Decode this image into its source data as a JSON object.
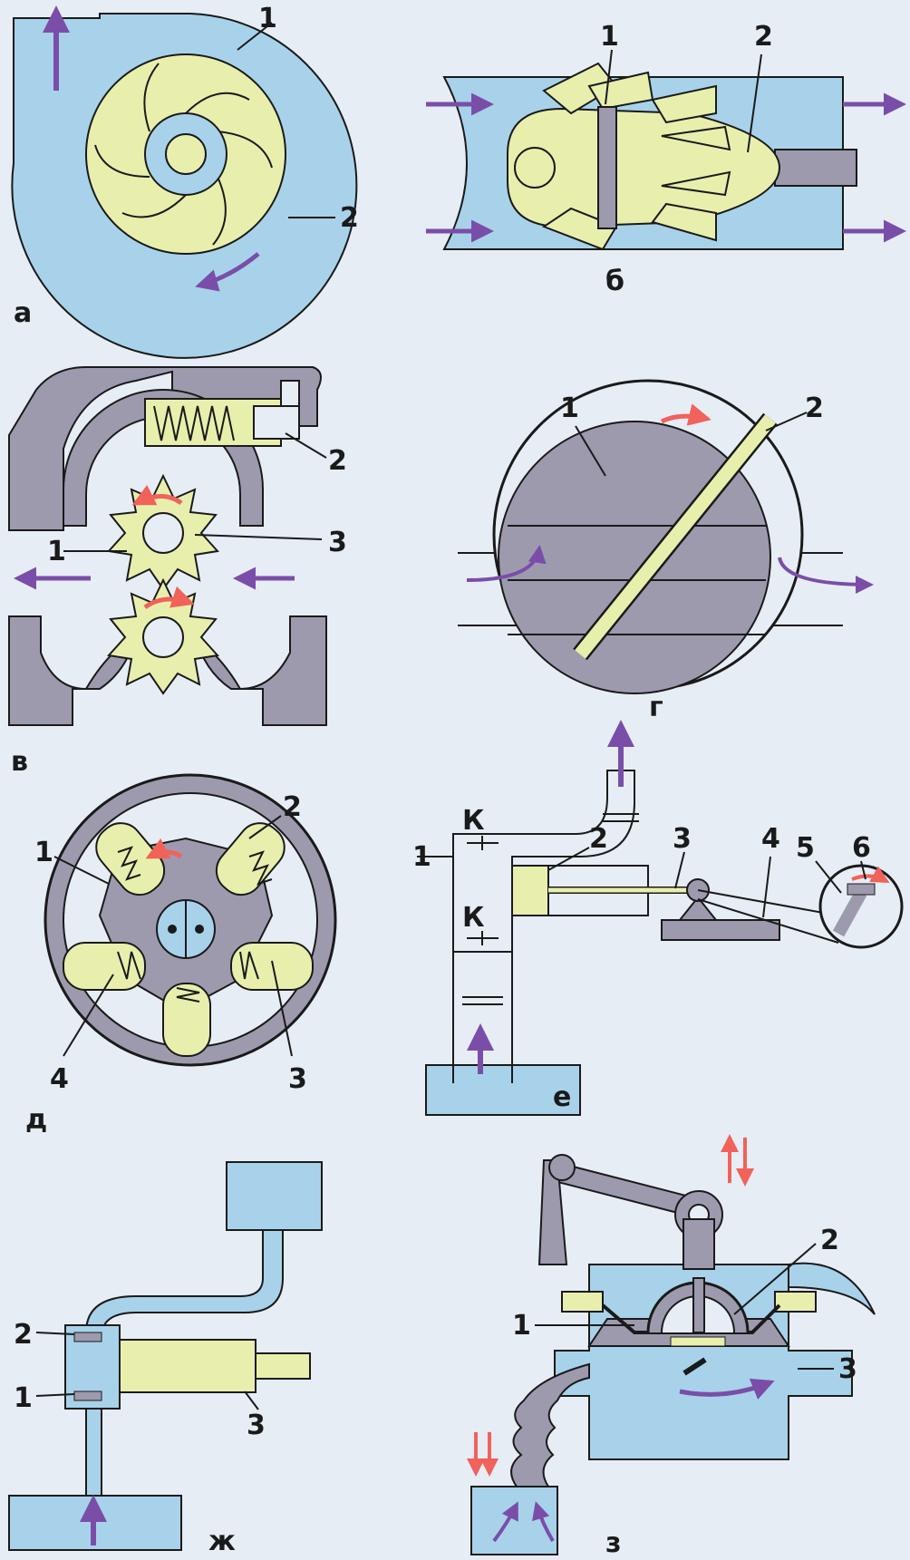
{
  "colors": {
    "background": "#e6edf4",
    "water": "#a8d2ea",
    "rotor": "#e8efad",
    "casing": "#9d9aae",
    "arrow_flow": "#7a4ea8",
    "arrow_rotation": "#f0625a",
    "outline": "#1a1a1a"
  },
  "panels": {
    "a": {
      "letter": "а",
      "callouts": [
        "1",
        "2"
      ]
    },
    "b": {
      "letter": "б",
      "callouts": [
        "1",
        "2"
      ]
    },
    "v": {
      "letter": "в",
      "callouts": [
        "1",
        "2",
        "3"
      ]
    },
    "g": {
      "letter": "г",
      "callouts": [
        "1",
        "2"
      ]
    },
    "d": {
      "letter": "д",
      "callouts": [
        "1",
        "2",
        "3",
        "4"
      ]
    },
    "e": {
      "letter": "е",
      "callouts": [
        "1",
        "2",
        "3",
        "4",
        "5",
        "6"
      ],
      "valve_labels": [
        "К",
        "К"
      ]
    },
    "zh": {
      "letter": "ж",
      "callouts": [
        "1",
        "2",
        "3"
      ]
    },
    "z": {
      "letter": "з",
      "callouts": [
        "1",
        "2",
        "3"
      ]
    }
  }
}
